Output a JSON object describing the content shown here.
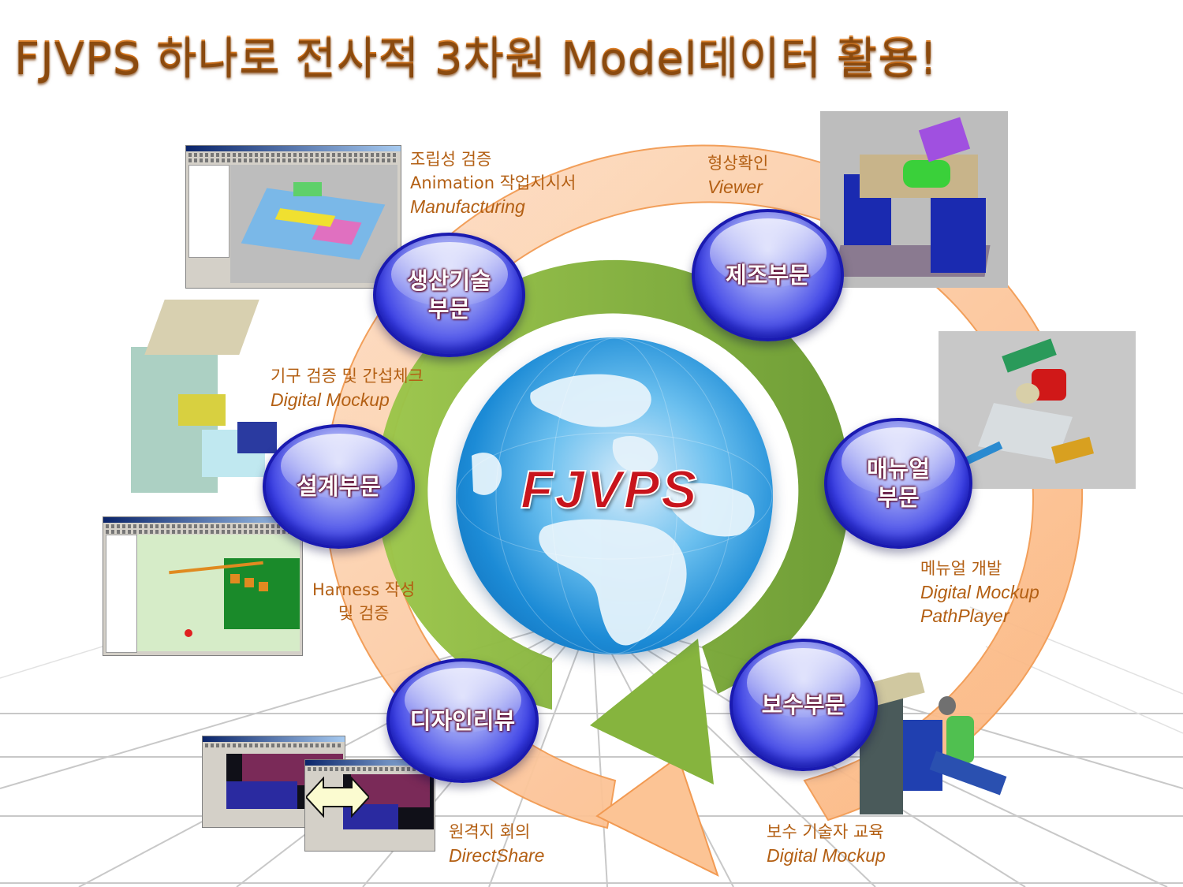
{
  "title": "FJVPS 하나로 전사적 3차원 Model데이터 활용!",
  "center": {
    "label": "FJVPS",
    "icon": "globe-icon"
  },
  "departments": [
    {
      "id": "production",
      "label_line1": "생산기술",
      "label_line2": "부문"
    },
    {
      "id": "manufacturing",
      "label_line1": "제조부문",
      "label_line2": ""
    },
    {
      "id": "manual",
      "label_line1": "매뉴얼",
      "label_line2": "부문"
    },
    {
      "id": "maintenance",
      "label_line1": "보수부문",
      "label_line2": ""
    },
    {
      "id": "design-review",
      "label_line1": "디자인리뷰",
      "label_line2": ""
    },
    {
      "id": "design",
      "label_line1": "설계부문",
      "label_line2": ""
    }
  ],
  "annotations": {
    "production": {
      "line1": "조립성 검증",
      "line2": "Animation 작업지시서",
      "tool": "Manufacturing"
    },
    "manufacturing": {
      "line1": "형상확인",
      "tool": "Viewer"
    },
    "manual": {
      "line1": "메뉴얼 개발",
      "tool": "Digital Mockup",
      "tool2": "PathPlayer"
    },
    "maintenance": {
      "line1": "보수 기술자 교육",
      "tool": "Digital Mockup"
    },
    "design_review": {
      "line1": "원격지 회의",
      "tool": "DirectShare"
    },
    "design": {
      "line1": "기구 검증 및 간섭체크",
      "tool": "Digital Mockup"
    },
    "harness": {
      "line1": "Harness 작성",
      "line2": "및 검증"
    }
  },
  "images": [
    {
      "id": "manufacturing-software-screenshot",
      "desc": "3D assembly viewer window"
    },
    {
      "id": "mechanism-3d-model",
      "desc": "machine 3D model on base plate"
    },
    {
      "id": "exploded-parts-view",
      "desc": "exploded assembly with numbered parts"
    },
    {
      "id": "kiosk-cabinet-model",
      "desc": "kiosk cabinet 3D model"
    },
    {
      "id": "harness-software-screenshot",
      "desc": "harness routing window"
    },
    {
      "id": "remote-meeting-screenshots",
      "desc": "two synced viewer windows with double arrow"
    },
    {
      "id": "technician-model",
      "desc": "technician repairing machine"
    }
  ],
  "colors": {
    "title": "#d9771c",
    "label_text": "#b35f13",
    "outer_ring": "#fbc7a0",
    "outer_ring_stroke": "#f29a52",
    "inner_ring": "#7aa83c",
    "sphere": "#2a2fe0",
    "center_text": "#c8141c"
  }
}
